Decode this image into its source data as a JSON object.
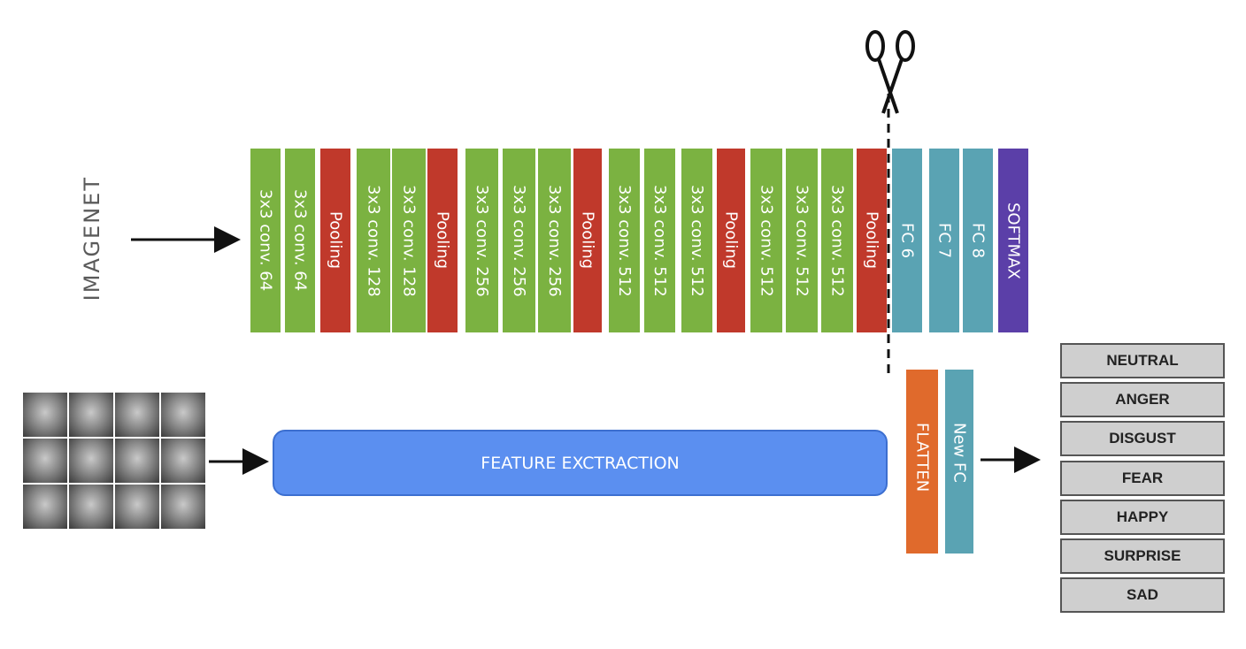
{
  "imagenet_logo": {
    "text": "IMAGENET"
  },
  "layers": [
    {
      "label": "3x3 conv. 64",
      "type": "conv"
    },
    {
      "label": "3x3 conv. 64",
      "type": "conv"
    },
    {
      "label": "Pooling",
      "type": "pool"
    },
    {
      "label": "3x3 conv. 128",
      "type": "conv"
    },
    {
      "label": "3x3 conv. 128",
      "type": "conv"
    },
    {
      "label": "Pooling",
      "type": "pool"
    },
    {
      "label": "3x3 conv. 256",
      "type": "conv"
    },
    {
      "label": "3x3 conv. 256",
      "type": "conv"
    },
    {
      "label": "3x3 conv. 256",
      "type": "conv"
    },
    {
      "label": "Pooling",
      "type": "pool"
    },
    {
      "label": "3x3 conv. 512",
      "type": "conv"
    },
    {
      "label": "3x3 conv. 512",
      "type": "conv"
    },
    {
      "label": "3x3 conv. 512",
      "type": "conv"
    },
    {
      "label": "Pooling",
      "type": "pool"
    },
    {
      "label": "3x3 conv. 512",
      "type": "conv"
    },
    {
      "label": "3x3 conv. 512",
      "type": "conv"
    },
    {
      "label": "3x3 conv. 512",
      "type": "conv"
    },
    {
      "label": "Pooling",
      "type": "pool"
    },
    {
      "label": "FC 6",
      "type": "fc"
    },
    {
      "label": "FC 7",
      "type": "fc"
    },
    {
      "label": "FC 8",
      "type": "fc"
    },
    {
      "label": "SOFTMAX",
      "type": "softmax"
    }
  ],
  "colors": {
    "conv": "#7bb241",
    "pool": "#c0392b",
    "fc": "#5aa3b3",
    "softmax": "#5b3fa8",
    "flatten": "#e06a2c",
    "new_fc": "#5aa3b3"
  },
  "feature_extraction": {
    "label": "FEATURE EXCTRACTION"
  },
  "flatten": {
    "label": "FLATTEN"
  },
  "new_fc": {
    "label": "New FC"
  },
  "emotions": [
    "NEUTRAL",
    "ANGER",
    "DISGUST",
    "FEAR",
    "HAPPY",
    "SURPRISE",
    "SAD"
  ],
  "icons": {
    "cut": "scissors-icon",
    "faces": "face-images-grid"
  }
}
